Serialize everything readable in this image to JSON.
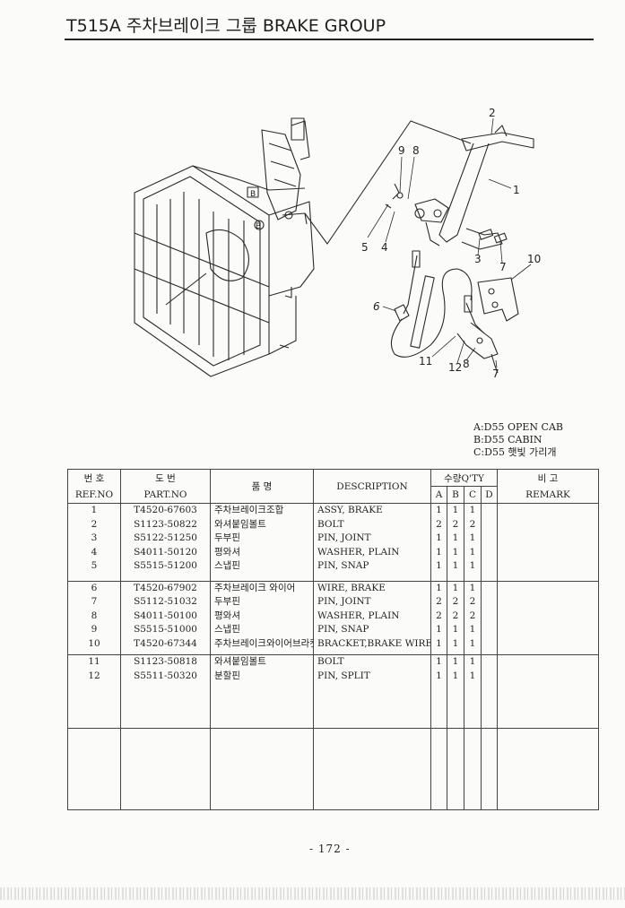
{
  "header": {
    "title": "T515A 주차브레이크 그룹 BRAKE GROUP"
  },
  "callouts": [
    "2",
    "9",
    "8",
    "1",
    "5",
    "4",
    "3",
    "7",
    "10",
    "6",
    "11",
    "12",
    "8",
    "7",
    "B",
    "B"
  ],
  "legend": [
    "A:D55 OPEN CAB",
    "B:D55 CABIN",
    "C:D55 햇빛 가리개"
  ],
  "table": {
    "headers": {
      "ref_kr": "번 호",
      "ref_en": "REF.NO",
      "part_kr": "도 번",
      "part_en": "PART.NO",
      "name_kr": "품 명",
      "description": "DESCRIPTION",
      "qty": "수량Q'TY",
      "qty_cols": [
        "A",
        "B",
        "C",
        "D"
      ],
      "remark_kr": "비 고",
      "remark_en": "REMARK"
    },
    "groups": [
      [
        {
          "ref": "1",
          "part": "T4520-67603",
          "name": "주차브레이크조합",
          "desc": "ASSY, BRAKE",
          "a": "1",
          "b": "1",
          "c": "1",
          "d": ""
        },
        {
          "ref": "2",
          "part": "S1123-50822",
          "name": "와셔붙임볼트",
          "desc": "BOLT",
          "a": "2",
          "b": "2",
          "c": "2",
          "d": ""
        },
        {
          "ref": "3",
          "part": "S5122-51250",
          "name": "두부핀",
          "desc": "PIN, JOINT",
          "a": "1",
          "b": "1",
          "c": "1",
          "d": ""
        },
        {
          "ref": "4",
          "part": "S4011-50120",
          "name": "평와셔",
          "desc": "WASHER, PLAIN",
          "a": "1",
          "b": "1",
          "c": "1",
          "d": ""
        },
        {
          "ref": "5",
          "part": "S5515-51200",
          "name": "스냅핀",
          "desc": "PIN, SNAP",
          "a": "1",
          "b": "1",
          "c": "1",
          "d": ""
        }
      ],
      [
        {
          "ref": "6",
          "part": "T4520-67902",
          "name": "주차브레이크 와이어",
          "desc": "WIRE, BRAKE",
          "a": "1",
          "b": "1",
          "c": "1",
          "d": ""
        },
        {
          "ref": "7",
          "part": "S5112-51032",
          "name": "두부핀",
          "desc": "PIN, JOINT",
          "a": "2",
          "b": "2",
          "c": "2",
          "d": ""
        },
        {
          "ref": "8",
          "part": "S4011-50100",
          "name": "평와셔",
          "desc": "WASHER, PLAIN",
          "a": "2",
          "b": "2",
          "c": "2",
          "d": ""
        },
        {
          "ref": "9",
          "part": "S5515-51000",
          "name": "스냅핀",
          "desc": "PIN, SNAP",
          "a": "1",
          "b": "1",
          "c": "1",
          "d": ""
        },
        {
          "ref": "10",
          "part": "T4520-67344",
          "name": "주차브레이크와이어브라켓",
          "desc": "BRACKET,BRAKE WIRE",
          "a": "1",
          "b": "1",
          "c": "1",
          "d": ""
        }
      ],
      [
        {
          "ref": "11",
          "part": "S1123-50818",
          "name": "와셔붙임볼트",
          "desc": "BOLT",
          "a": "1",
          "b": "1",
          "c": "1",
          "d": ""
        },
        {
          "ref": "12",
          "part": "S5511-50320",
          "name": "분할핀",
          "desc": "PIN, SPLIT",
          "a": "1",
          "b": "1",
          "c": "1",
          "d": ""
        }
      ]
    ]
  },
  "footer": {
    "page_number": "- 172 -"
  }
}
